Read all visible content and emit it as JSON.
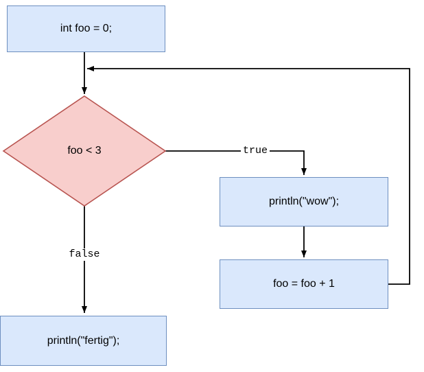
{
  "diagram": {
    "nodes": {
      "start": {
        "label": "int foo = 0;"
      },
      "condition": {
        "label": "foo < 3"
      },
      "wow": {
        "label": "println(\"wow\");"
      },
      "increment": {
        "label": "foo = foo + 1"
      },
      "done": {
        "label": "println(\"fertig\");"
      }
    },
    "edges": {
      "true_label": "true",
      "false_label": "false"
    },
    "colors": {
      "process_fill": "#dae8fc",
      "process_border": "#6c8ebf",
      "decision_fill": "#f8cecc",
      "decision_border": "#b85450",
      "line": "#000000"
    }
  }
}
